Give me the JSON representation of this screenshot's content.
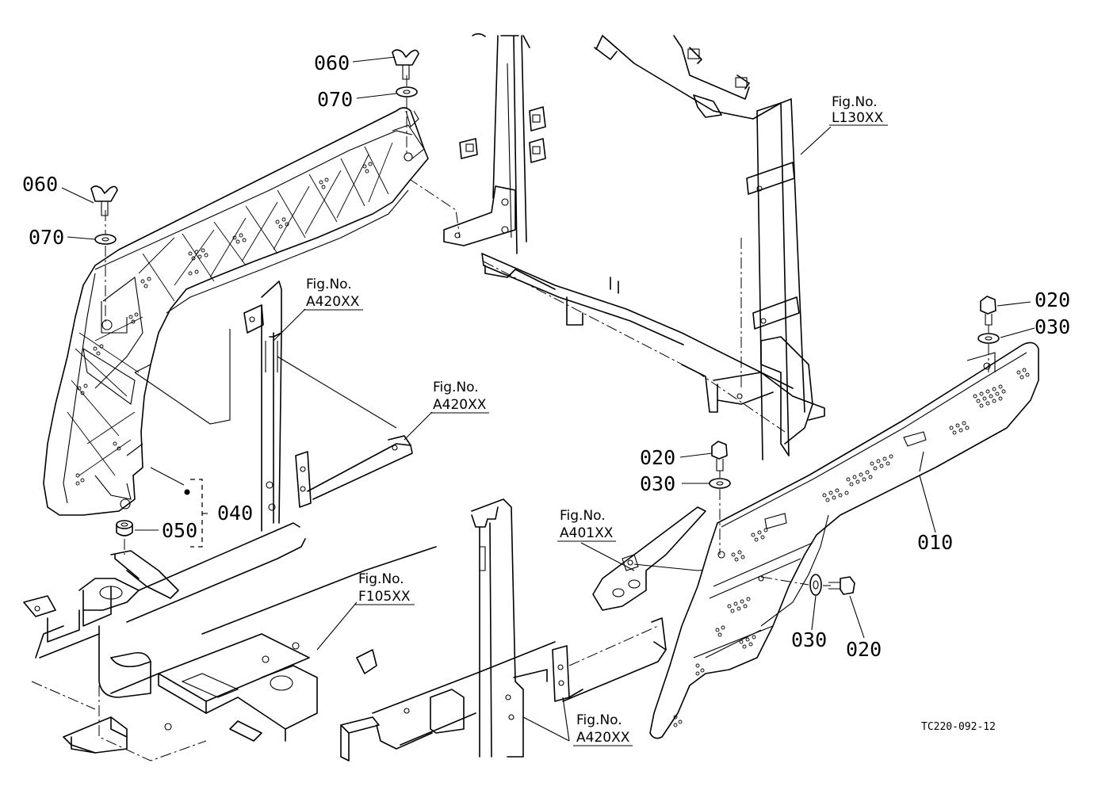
{
  "diagram": {
    "parts": [
      {
        "id": "p060a",
        "number": "060"
      },
      {
        "id": "p070a",
        "number": "070"
      },
      {
        "id": "p060b",
        "number": "060"
      },
      {
        "id": "p070b",
        "number": "070"
      },
      {
        "id": "p040",
        "number": "040"
      },
      {
        "id": "p050",
        "number": "050"
      },
      {
        "id": "p020a",
        "number": "020"
      },
      {
        "id": "p030a",
        "number": "030"
      },
      {
        "id": "p020b",
        "number": "020"
      },
      {
        "id": "p030b",
        "number": "030"
      },
      {
        "id": "p010",
        "number": "010"
      },
      {
        "id": "p030c",
        "number": "030"
      },
      {
        "id": "p020c",
        "number": "020"
      }
    ],
    "references": [
      {
        "id": "r1",
        "label": "Fig.No.",
        "code": "L130XX"
      },
      {
        "id": "r2",
        "label": "Fig.No.",
        "code": "A420XX"
      },
      {
        "id": "r3",
        "label": "Fig.No.",
        "code": "A420XX"
      },
      {
        "id": "r4",
        "label": "Fig.No.",
        "code": "A401XX"
      },
      {
        "id": "r5",
        "label": "Fig.No.",
        "code": "F105XX"
      },
      {
        "id": "r6",
        "label": "Fig.No.",
        "code": "A420XX"
      }
    ],
    "drawing_code": "TC220-092-12"
  }
}
